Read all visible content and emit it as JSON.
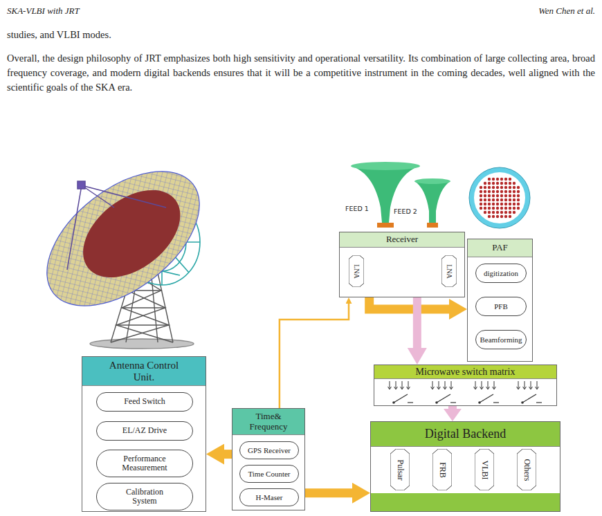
{
  "diagram": {
    "nodes": [
      {
        "text": [
          "Antenna Control Unit."
        ]
      },
      {
        "text": [
          "Feed Switch"
        ],
        "in": 0
      },
      {
        "text": [
          "EL/AZ Drive"
        ],
        "in": 0
      },
      {
        "text": [
          "Performance Measurement"
        ],
        "in": 0
      },
      {
        "text": [
          "Calibration System"
        ],
        "in": 0
      },
      {
        "text": [
          "Time& Frequency"
        ]
      },
      {
        "text": [
          "GPS Receiver"
        ],
        "in": 5
      },
      {
        "text": [
          "Time Counter"
        ],
        "in": 5
      },
      {
        "text": [
          "H-Maser"
        ],
        "in": 5
      },
      {
        "text": [
          "Receiver"
        ]
      },
      {
        "text": [
          "LNA"
        ],
        "in": 9
      },
      {
        "text": [
          "LNA"
        ],
        "in": 9
      },
      {
        "text": [
          "PAF"
        ]
      },
      {
        "text": [
          "digitization"
        ],
        "in": 12
      },
      {
        "text": [
          "PFB"
        ],
        "in": 12
      },
      {
        "text": [
          "Beamforming"
        ],
        "in": 12
      },
      {
        "text": [
          "Microwave switch matrix"
        ]
      },
      {
        "text": [
          "Digital Backend"
        ]
      },
      {
        "text": [
          "Pulsar"
        ],
        "in": 17
      },
      {
        "text": [
          "FRB"
        ],
        "in": 17
      },
      {
        "text": [
          "VLBI"
        ],
        "in": 17
      },
      {
        "text": [
          "Others"
        ],
        "in": 17
      }
    ],
    "edges": [
      {
        "from": 5,
        "to": 0,
        "arrow": "to"
      },
      {
        "from": 5,
        "to": 9,
        "arrow": "to"
      },
      {
        "from": 5,
        "to": 17,
        "arrow": "to"
      },
      {
        "from": 9,
        "to": 12,
        "arrow": "to"
      },
      {
        "from": 9,
        "to": 16,
        "arrow": "to"
      },
      {
        "from": 16,
        "to": 17,
        "arrow": "to"
      }
    ],
    "labels": [
      "SKA-VLBI with JRT",
      "Wen Chen et al.",
      "studies, and VLBI modes.",
      "Overall, the design philosophy of JRT emphasizes both high sensitivity and operational versatility. Its combination of large collecting area, broad frequency coverage, and modern digital backends ensures that it will be a competitive instrument in the coming decades, well aligned with the scientific goals of the SKA era.",
      "FEED 1",
      "FEED 2"
    ]
  }
}
